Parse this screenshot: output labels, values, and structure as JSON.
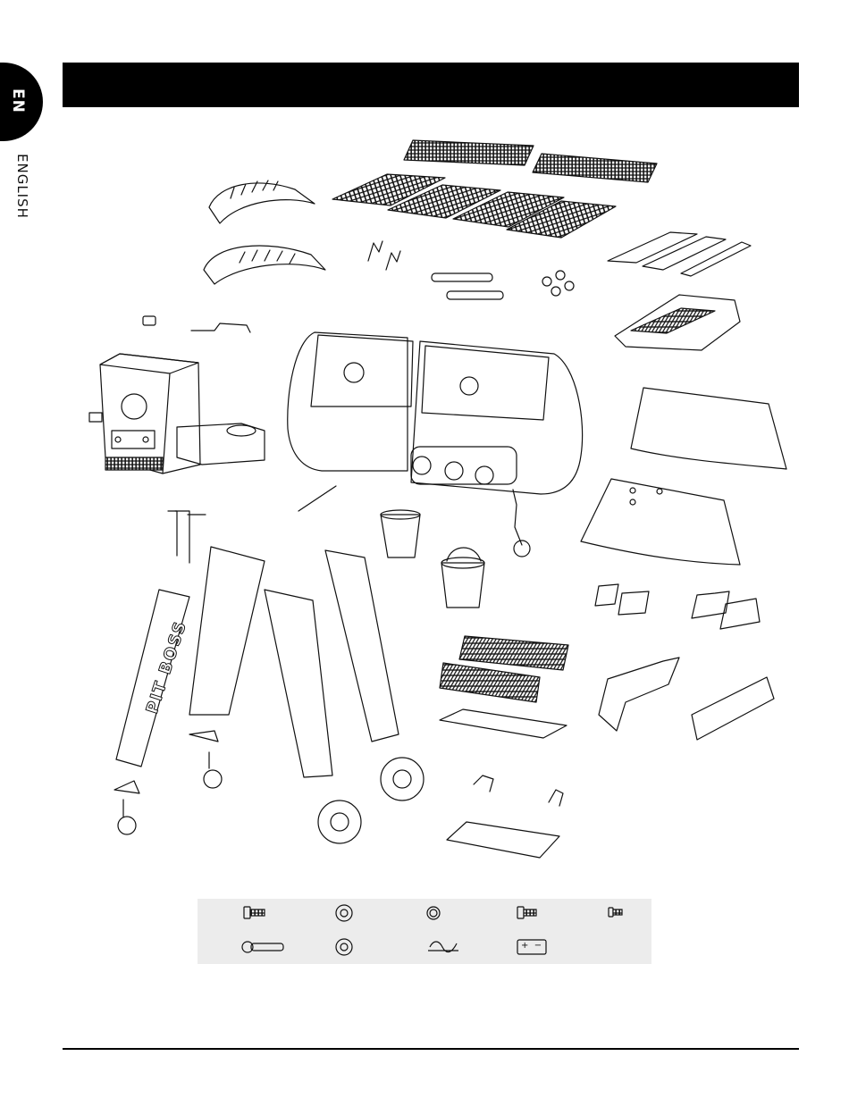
{
  "page": {
    "language_code": "EN",
    "language_name": "ENGLISH",
    "section_title": ""
  },
  "diagram": {
    "brand_text": "PIT BOSS"
  },
  "hardware": {
    "battery_symbols": "+  −"
  },
  "colors": {
    "ink": "#111111",
    "header_bg": "#000000",
    "hardware_bg": "#ececec",
    "page_bg": "#ffffff"
  }
}
